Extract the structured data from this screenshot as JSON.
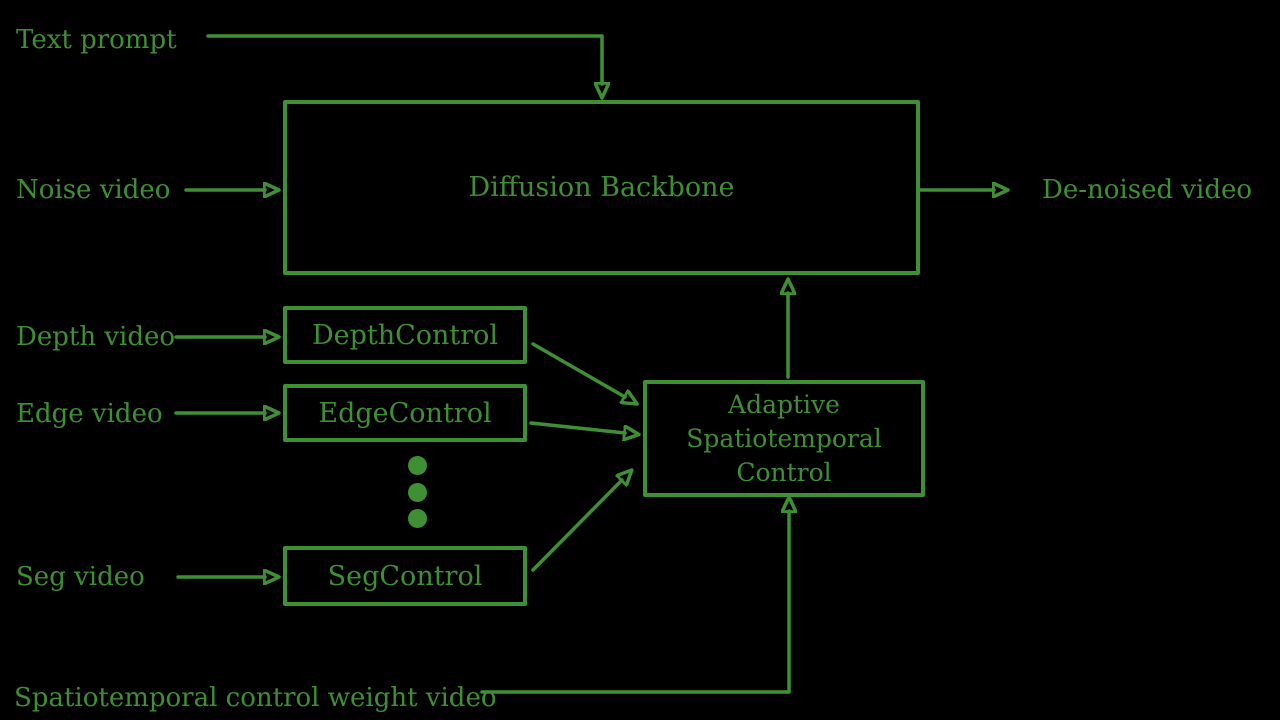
{
  "canvas": {
    "background": "#000000",
    "accent": "#3f8f35"
  },
  "labels": {
    "text_prompt": "Text prompt",
    "noise_video": "Noise video",
    "depth_video": "Depth video",
    "edge_video": "Edge video",
    "seg_video": "Seg video",
    "denoised_video": "De-noised video",
    "weight_video": "Spatiotemporal control weight video"
  },
  "boxes": {
    "diffusion_backbone": "Diffusion Backbone",
    "depth_control": "DepthControl",
    "edge_control": "EdgeControl",
    "seg_control": "SegControl",
    "adaptive_control": "Adaptive Spatiotemporal Control"
  },
  "icons": {
    "ellipsis_dots": "vertical-ellipsis"
  }
}
